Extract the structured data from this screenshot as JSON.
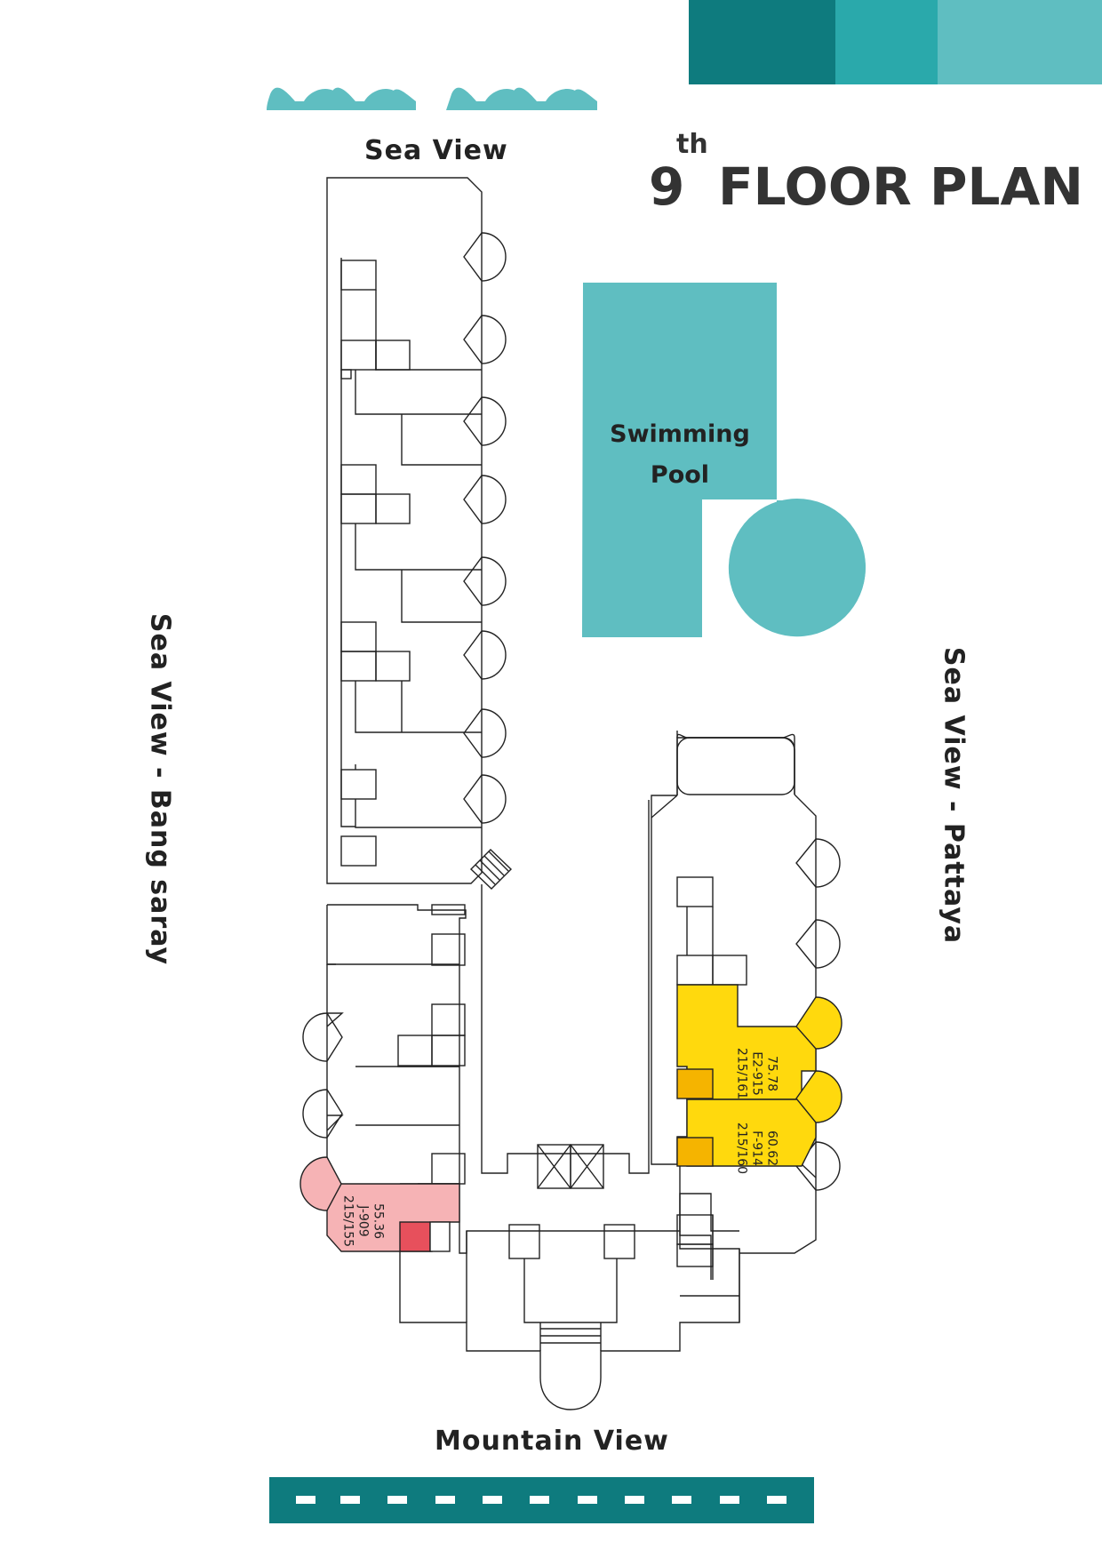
{
  "header": {
    "floor_number": "9",
    "floor_suffix": "th",
    "title": "FLOOR PLAN",
    "color_bars": [
      "#0e7b7e",
      "#2aa9ab",
      "#5fbec1"
    ]
  },
  "labels": {
    "top": "Sea View",
    "left": "Sea View - Bang saray",
    "right": "Sea View - Pattaya",
    "bottom": "Mountain View"
  },
  "amenity": {
    "pool_line1": "Swimming",
    "pool_line2": "Pool",
    "pool_color": "#5fbec1"
  },
  "units": [
    {
      "area": "75.78",
      "code": "E2-915",
      "address": "215/161",
      "status_color": "#ffd90d"
    },
    {
      "area": "60.62",
      "code": "F-914",
      "address": "215/160",
      "status_color": "#ffd90d"
    },
    {
      "area": "55.36",
      "code": "J-909",
      "address": "215/155",
      "status_color": "#f6b3b5"
    }
  ],
  "colors": {
    "wave": "#5fbec1",
    "bottom_bar": "#0e7b7e",
    "yellow_accent": "#f5b400",
    "pink_accent": "#e7505c"
  },
  "icons": [
    "wave-icon",
    "wave-icon"
  ]
}
